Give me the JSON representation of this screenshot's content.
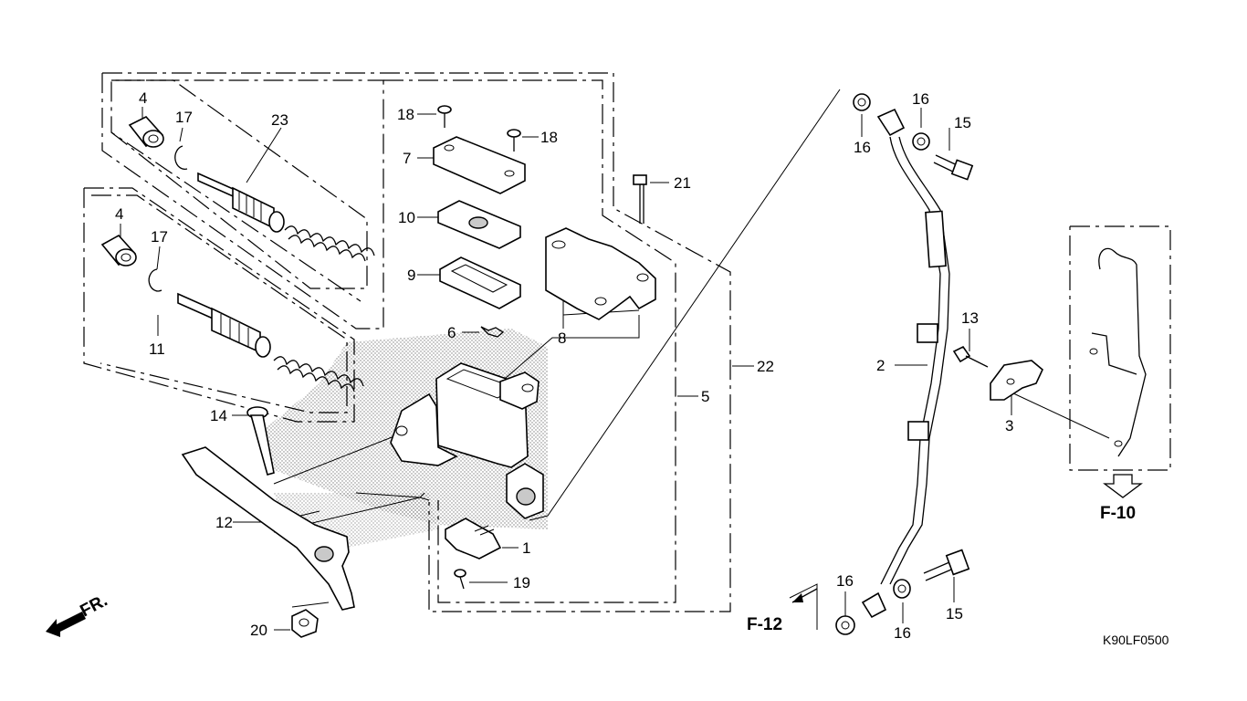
{
  "diagram": {
    "part_labels": {
      "p1": "1",
      "p2": "2",
      "p3": "3",
      "p4a": "4",
      "p4b": "4",
      "p5": "5",
      "p6": "6",
      "p7": "7",
      "p8": "8",
      "p9": "9",
      "p10": "10",
      "p11": "11",
      "p12": "12",
      "p13": "13",
      "p14": "14",
      "p15a": "15",
      "p15b": "15",
      "p16a": "16",
      "p16b": "16",
      "p16c": "16",
      "p16d": "16",
      "p17a": "17",
      "p17b": "17",
      "p18a": "18",
      "p18b": "18",
      "p19": "19",
      "p20": "20",
      "p21": "21",
      "p22": "22",
      "p23": "23"
    },
    "refs": {
      "f10": "F-10",
      "f12": "F-12"
    },
    "front_marker": "FR.",
    "diagram_code": "K90LF0500"
  }
}
